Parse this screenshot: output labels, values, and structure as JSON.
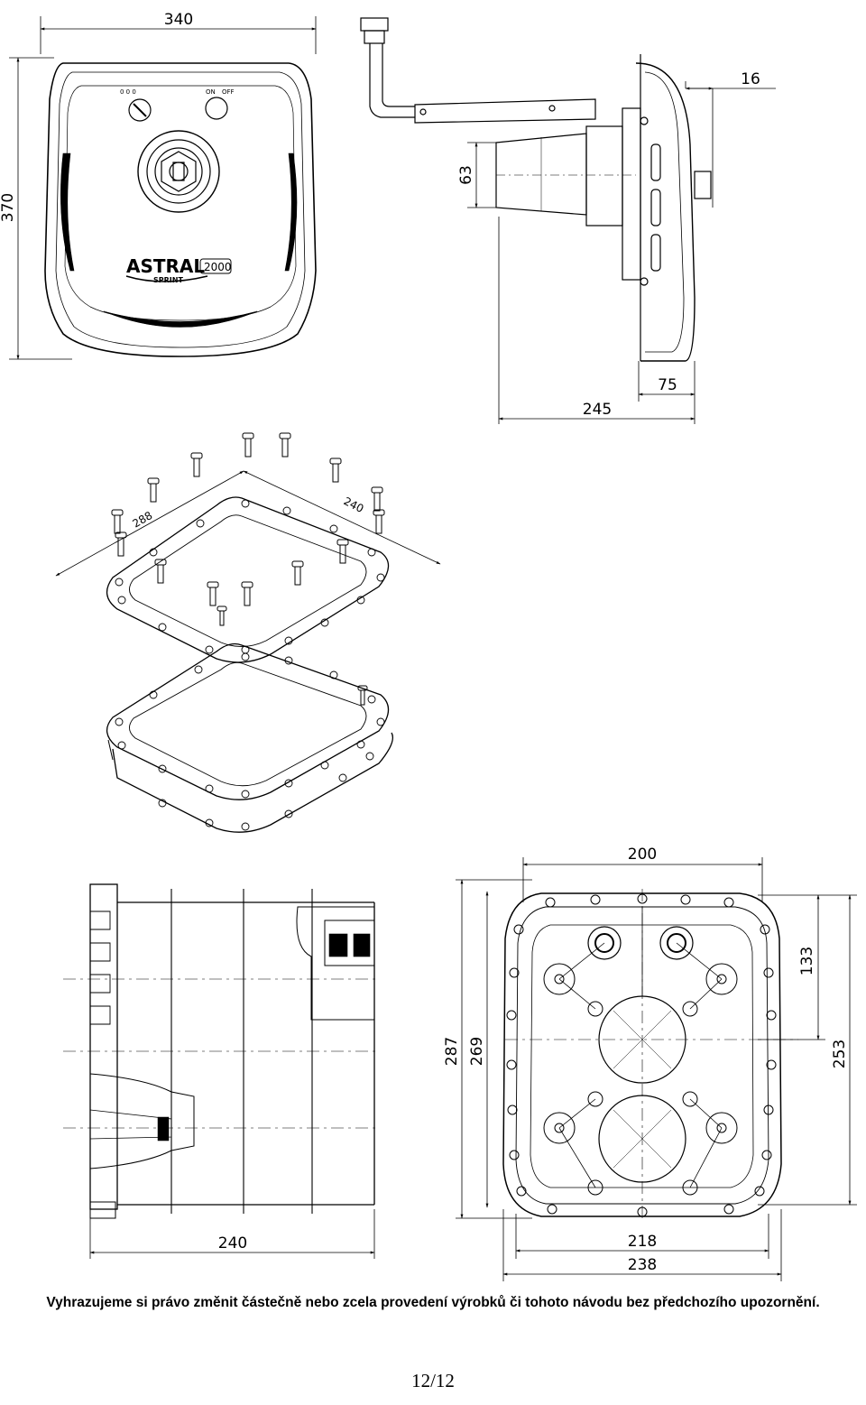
{
  "drawings": {
    "front_view": {
      "dim_width": "340",
      "dim_height": "370",
      "brand_logo": "ASTRAL",
      "logo_model": "2000",
      "logo_sub": "SPRINT",
      "switch_label_on": "ON",
      "switch_label_off": "OFF"
    },
    "side_view": {
      "dim_top": "16",
      "dim_diameter": "63",
      "dim_depth_inner": "75",
      "dim_depth_total": "245"
    },
    "gasket_view": {
      "dim_diag_left": "288",
      "dim_diag_right": "240"
    },
    "housing_side": {
      "dim_length": "240"
    },
    "housing_front": {
      "dim_top": "200",
      "dim_left_outer": "287",
      "dim_left_inner": "269",
      "dim_right_upper": "133",
      "dim_right_outer": "253",
      "dim_bottom_inner": "218",
      "dim_bottom_outer": "238"
    }
  },
  "footer": {
    "disclaimer": "Vyhrazujeme si právo změnit částečně nebo zcela provedení výrobků či tohoto návodu bez předchozího upozornění.",
    "page_number": "12/12"
  }
}
